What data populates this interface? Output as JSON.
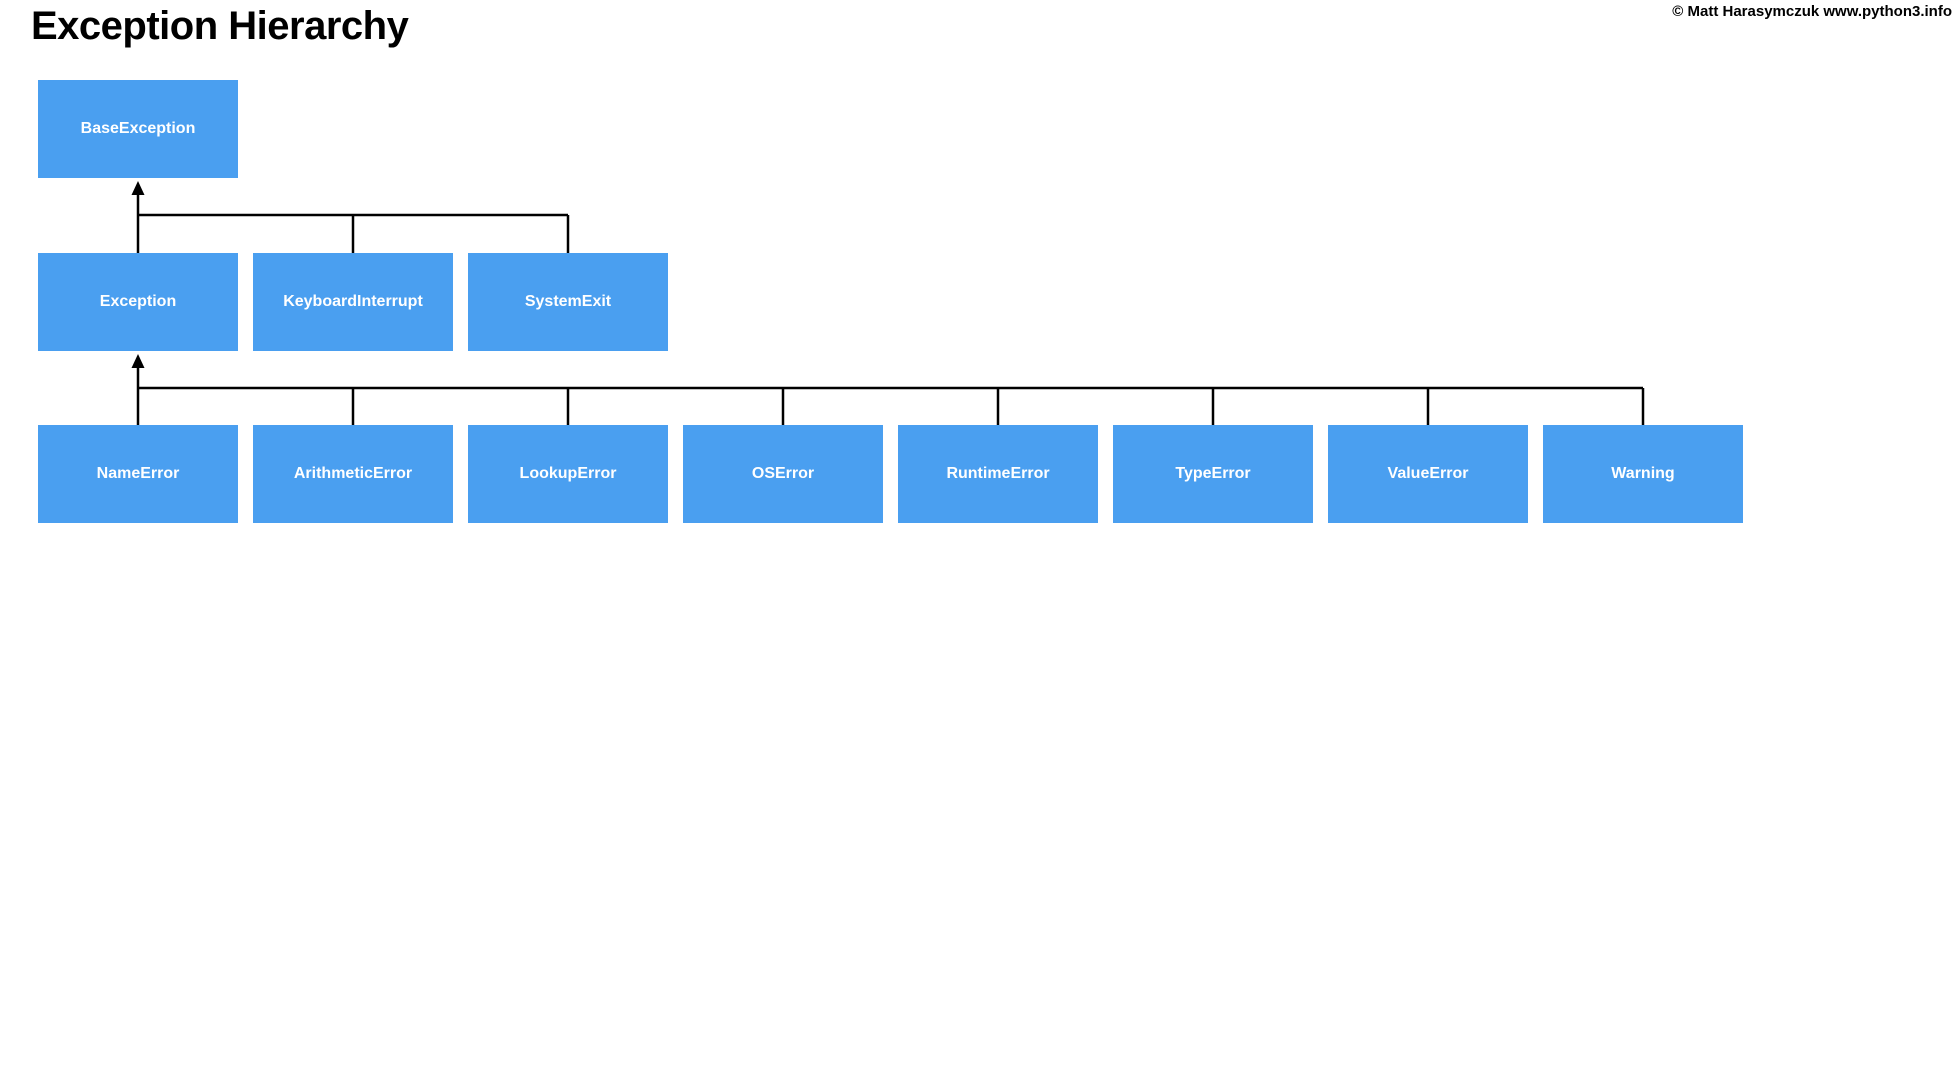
{
  "page": {
    "title": "Exception Hierarchy",
    "attribution": "© Matt Harasymczuk www.python3.info"
  },
  "colors": {
    "node_fill": "#4a9ff0",
    "node_text": "#ffffff",
    "connector": "#000000",
    "background": "#ffffff",
    "title_text": "#000000"
  },
  "diagram": {
    "type": "tree",
    "root": {
      "label": "BaseException"
    },
    "root_children": [
      {
        "label": "Exception"
      },
      {
        "label": "KeyboardInterrupt"
      },
      {
        "label": "SystemExit"
      }
    ],
    "exception_children": [
      {
        "label": "NameError"
      },
      {
        "label": "ArithmeticError"
      },
      {
        "label": "LookupError"
      },
      {
        "label": "OSError"
      },
      {
        "label": "RuntimeError"
      },
      {
        "label": "TypeError"
      },
      {
        "label": "ValueError"
      },
      {
        "label": "Warning"
      }
    ]
  }
}
